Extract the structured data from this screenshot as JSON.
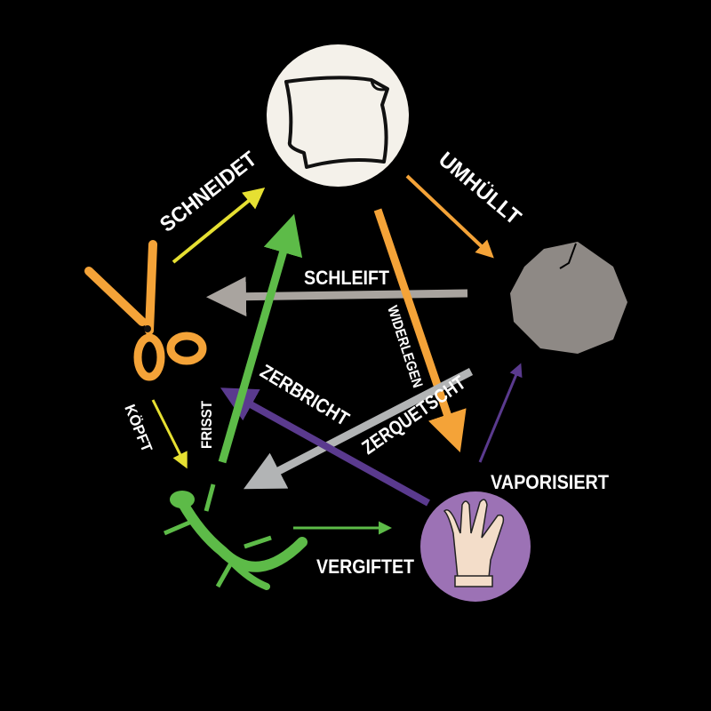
{
  "nodes": {
    "paper": "paper-icon",
    "rock": "rock-icon",
    "scissors": "scissors-icon",
    "lizard": "lizard-icon",
    "spock": "spock-hand-icon"
  },
  "labels": {
    "schneidet": "SCHNEIDET",
    "umhuellt": "UMHÜLLT",
    "schleift": "SCHLEIFT",
    "widerlegen": "WIDERLEGEN",
    "zerbricht": "ZERBRICHT",
    "zerquetscht": "ZERQUETSCHT",
    "frisst": "FRISST",
    "koepft": "KÖPFT",
    "vergiftet": "VERGIFTET",
    "vaporisiert": "VAPORISIERT"
  },
  "colors": {
    "yellow": "#e6e032",
    "orange": "#f4a338",
    "gray": "#a9a49f",
    "lightgray": "#b2b4b5",
    "purple": "#5a3a8e",
    "green": "#5dbb48",
    "paper_bg": "#f4f1ea",
    "spock_bg": "#9c72b5"
  }
}
